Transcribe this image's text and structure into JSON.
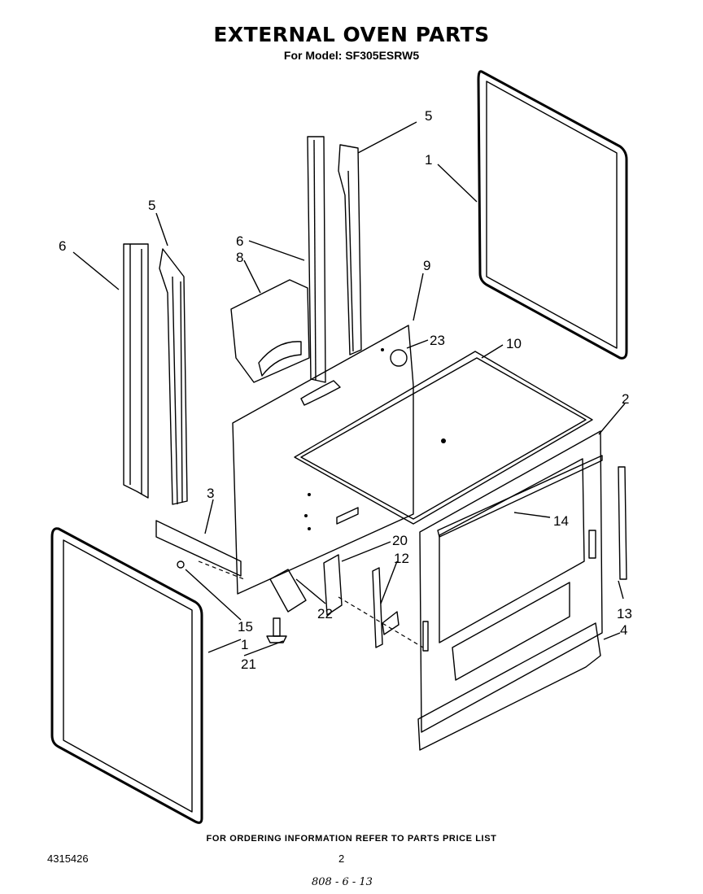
{
  "header": {
    "title": "EXTERNAL OVEN PARTS",
    "subtitle": "For Model: SF305ESRW5"
  },
  "callouts": {
    "c1a": "1",
    "c1b": "1",
    "c2": "2",
    "c3": "3",
    "c4": "4",
    "c5a": "5",
    "c5b": "5",
    "c6a": "6",
    "c6b": "6",
    "c8": "8",
    "c9": "9",
    "c10": "10",
    "c12": "12",
    "c13": "13",
    "c14": "14",
    "c15": "15",
    "c20": "20",
    "c21": "21",
    "c22": "22",
    "c23": "23"
  },
  "footer": {
    "note": "FOR ORDERING INFORMATION REFER TO PARTS PRICE LIST",
    "doc_number": "4315426",
    "page_number": "2",
    "handwritten": "808 - 6 - 13"
  }
}
